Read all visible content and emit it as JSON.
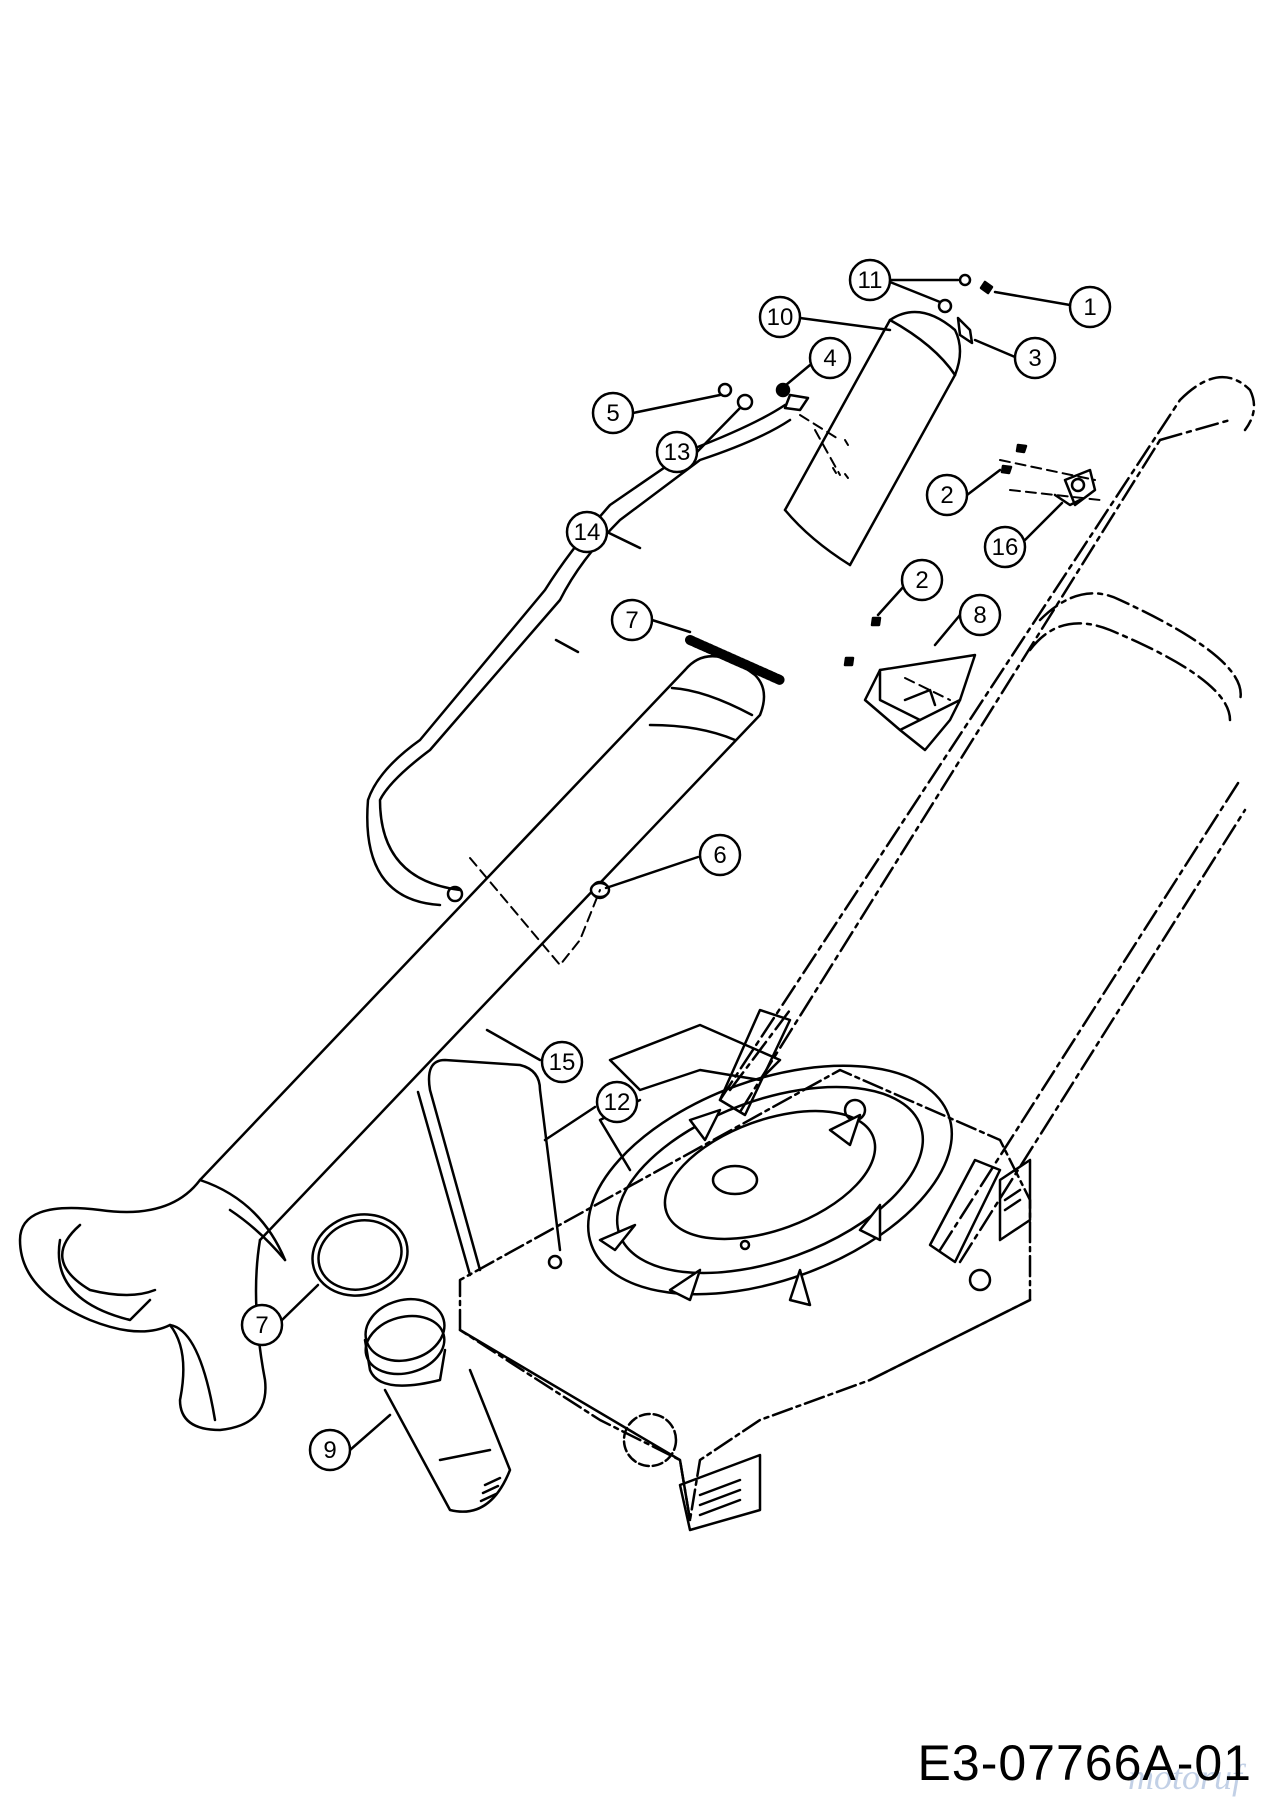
{
  "diagram_code": "E3-07766A-01",
  "watermark": "motoruf",
  "callouts": [
    {
      "id": "c1",
      "label": "1"
    },
    {
      "id": "c3",
      "label": "3"
    },
    {
      "id": "c11",
      "label": "11"
    },
    {
      "id": "c10",
      "label": "10"
    },
    {
      "id": "c4",
      "label": "4"
    },
    {
      "id": "c5",
      "label": "5"
    },
    {
      "id": "c13",
      "label": "13"
    },
    {
      "id": "c2a",
      "label": "2"
    },
    {
      "id": "c16",
      "label": "16"
    },
    {
      "id": "c14",
      "label": "14"
    },
    {
      "id": "c2b",
      "label": "2"
    },
    {
      "id": "c8",
      "label": "8"
    },
    {
      "id": "c7a",
      "label": "7"
    },
    {
      "id": "c6",
      "label": "6"
    },
    {
      "id": "c15",
      "label": "15"
    },
    {
      "id": "c12",
      "label": "12"
    },
    {
      "id": "c7b",
      "label": "7"
    },
    {
      "id": "c9",
      "label": "9"
    }
  ]
}
